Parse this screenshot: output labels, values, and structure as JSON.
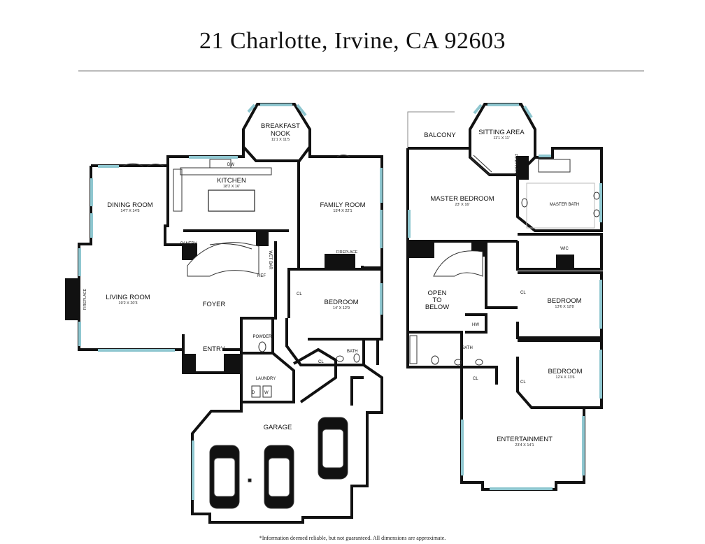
{
  "title": "21 Charlotte, Irvine, CA 92603",
  "footnote": "*Information deemed reliable, but not guaranteed. All dimensions are approximate.",
  "colors": {
    "wall": "#111111",
    "window": "#8fc7d0",
    "dim_text": "#222222"
  },
  "first_floor": {
    "breakfast_nook": {
      "name": "BREAKFAST NOOK",
      "line1": "BREAKFAST",
      "line2": "NOOK",
      "dims": "11'1 X 11'5"
    },
    "kitchen": {
      "name": "KITCHEN",
      "dims": "18'2 X 16'"
    },
    "dining_room": {
      "name": "DINING ROOM",
      "dims": "14'7 X 14'5"
    },
    "family_room": {
      "name": "FAMILY ROOM",
      "dims": "15'4 X 22'1"
    },
    "living_room": {
      "name": "LIVING ROOM",
      "dims": "19'2 X 20'3"
    },
    "foyer": {
      "name": "FOYER"
    },
    "bedroom": {
      "name": "BEDROOM",
      "dims": "14' X 12'9"
    },
    "entry": {
      "name": "ENTRY"
    },
    "garage": {
      "name": "GARAGE"
    },
    "labels": {
      "dw": "DW",
      "pantry": "PANTRY",
      "wet_bar": "WET BAR",
      "ref": "REF",
      "fireplace_family": "FIREPLACE",
      "fireplace_living": "FIREPLACE",
      "powder": "POWDER",
      "laundry": "LAUNDRY",
      "d": "D",
      "w": "W",
      "cl_bedroom": "CL",
      "cl_bath": "CL",
      "bath": "BATH"
    }
  },
  "second_floor": {
    "balcony": {
      "name": "BALCONY"
    },
    "sitting_area": {
      "name": "SITTING AREA",
      "dims": "11'1 X 11'"
    },
    "master_bedroom": {
      "name": "MASTER BEDROOM",
      "dims": "23' X 16'"
    },
    "master_bath": {
      "name": "MASTER BATH"
    },
    "open_to_below": {
      "line1": "OPEN",
      "line2": "TO",
      "line3": "BELOW"
    },
    "bedroom_1": {
      "name": "BEDROOM",
      "dims": "13'6 X 12'8"
    },
    "bedroom_2": {
      "name": "BEDROOM",
      "dims": "12'4 X 13'6"
    },
    "entertainment": {
      "name": "ENTERTAINMENT",
      "dims": "23'4 X 14'1"
    },
    "labels": {
      "fireplace": "FIREPLACE",
      "wic": "WIC",
      "hw": "HW",
      "bath": "BATH",
      "cl_hall": "CL",
      "cl_bed1": "CL",
      "cl_bed2": "CL"
    }
  }
}
